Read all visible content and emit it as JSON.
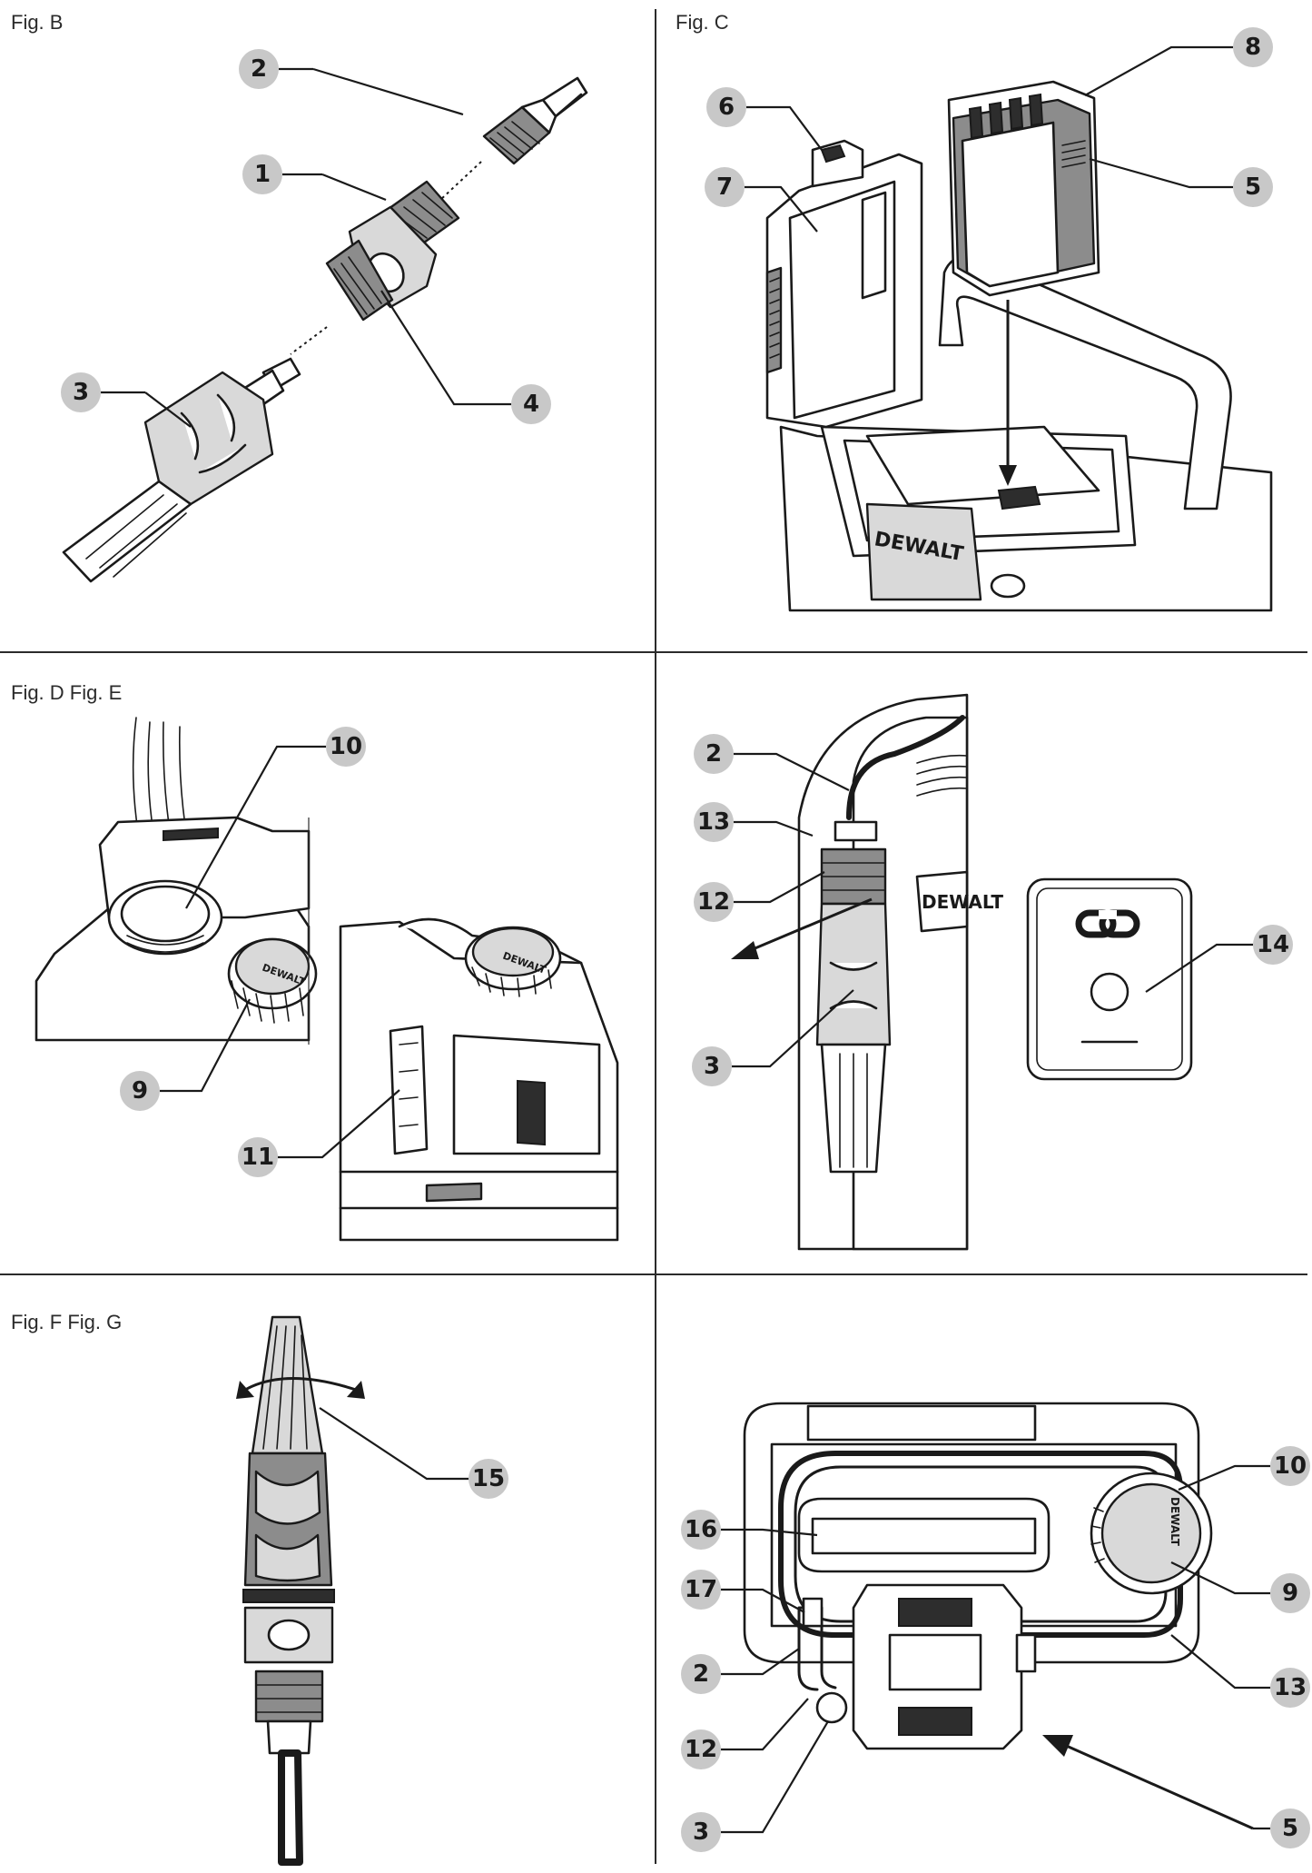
{
  "figures": {
    "fig_b": "Fig. B",
    "fig_c": "Fig. C",
    "fig_d_e": "Fig. D Fig. E",
    "fig_f_g": "Fig. F Fig. G"
  },
  "brand_mark": "DEWALT",
  "callouts": {
    "b2": "2",
    "b1": "1",
    "b3": "3",
    "b4": "4",
    "c6": "6",
    "c7": "7",
    "c8": "8",
    "c5": "5",
    "d10": "10",
    "d9": "9",
    "e11": "11",
    "e2": "2",
    "e13": "13",
    "e12": "12",
    "e3": "3",
    "e14": "14",
    "f15": "15",
    "g10": "10",
    "g16": "16",
    "g9": "9",
    "g17": "17",
    "g2": "2",
    "g13": "13",
    "g12": "12",
    "g5": "5",
    "g3": "3"
  },
  "colors": {
    "ink": "#1a1a1a",
    "bubble": "#c8c8c8",
    "part_grey": "#8c8c8c"
  },
  "icons": [
    "link-icon",
    "power-button-icon",
    "rotate-arrows-icon",
    "pull-arrow-icon"
  ]
}
